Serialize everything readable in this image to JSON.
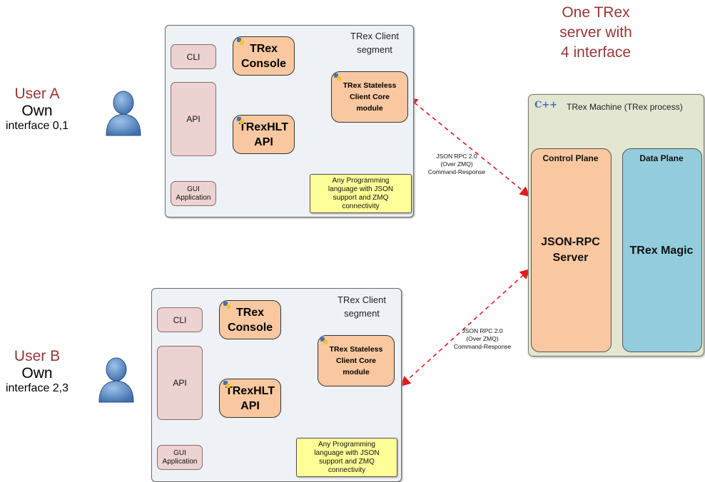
{
  "header": {
    "line1": "One TRex",
    "line2": "server with",
    "line3": "4 interface"
  },
  "users": [
    {
      "name": "User A",
      "own": "Own",
      "interfaces": "interface 0,1"
    },
    {
      "name": "User B",
      "own": "Own",
      "interfaces": "interface 2,3"
    }
  ],
  "client": {
    "segment_line1": "TRex Client",
    "segment_line2": "segment",
    "cli": "CLI",
    "api": "API",
    "gui_line1": "GUI",
    "gui_line2": "Application",
    "console_line1": "TRex",
    "console_line2": "Console",
    "hlt_line1": "TRexHLT",
    "hlt_line2": "API",
    "core_line1": "TRex Stateless",
    "core_line2": "Client Core",
    "core_line3": "module",
    "lang_line1": "Any Programming",
    "lang_line2": "language with JSON",
    "lang_line3": "support and ZMQ",
    "lang_line4": "connectivity"
  },
  "rpc": {
    "line1": "JSON RPC 2.0",
    "line2": "(Over ZMQ)",
    "line3": "Command-Response"
  },
  "machine": {
    "logo": "C++",
    "title": "TRex Machine (TRex process)",
    "control_title": "Control Plane",
    "control_body_line1": "JSON-RPC",
    "control_body_line2": "Server",
    "data_title": "Data Plane",
    "data_body": "TRex Magic"
  },
  "colors": {
    "accent_red": "#953735",
    "client_bg": "#eef2f7",
    "pink": "#ecd3d1",
    "orange": "#f9c8a0",
    "yellow": "#ffff99",
    "machine_bg": "#e3e7d2",
    "data_plane": "#93cddd",
    "arrow_red": "#e41a1a"
  }
}
